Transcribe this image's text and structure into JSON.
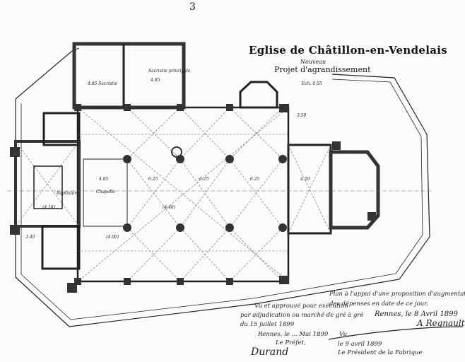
{
  "page_number": "3",
  "title": "Eglise de Châtillon-en-Vendelais",
  "subtitle_note": "Nouveau",
  "subtitle": "Projet d'agrandissement",
  "scale": "Ech. 0,05",
  "rooms": {
    "sacristy_main": "Sacristie principale",
    "sacristy_main_dim": "4.85",
    "sacristy_left": "4.85 Sacristie",
    "baptistery": "Baptistère",
    "chapel": "Chapelle"
  },
  "dimensions": [
    "4.85",
    "6.25",
    "6.25",
    "6.25",
    "4.20",
    "(4.00)",
    "(4.18)",
    "(4.40)",
    "3.40",
    "3.50"
  ],
  "caption": {
    "line1": "Plan à l'appui d'une proposition d'augmentation",
    "line2": "des dépenses en date de ce jour.",
    "place_date": "Rennes, le 8 Avril 1899",
    "signature": "A Regnault"
  },
  "approval": {
    "line1": "Vu et approuvé pour exécution",
    "line2": "par adjudication ou marché de gré à gré",
    "line3": "du 15 juillet 1899",
    "line4": "Rennes, le ... Mai 1899",
    "line5": "Le Préfet,",
    "vu": "Vu,",
    "date2": "le 9 avril 1899",
    "president": "Le Président de la Fabrique",
    "signature2": "Durand"
  }
}
